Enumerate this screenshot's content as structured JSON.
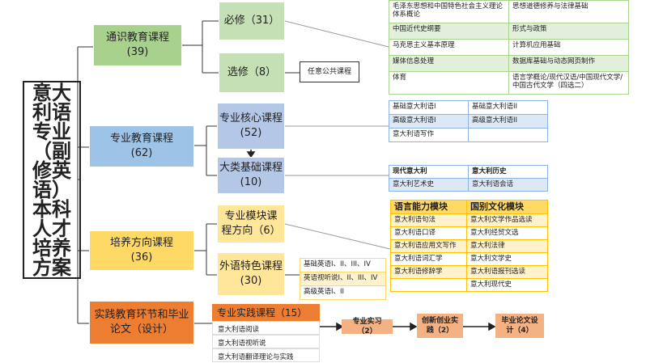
{
  "title": "意大利语专业（副修英语）本科人才培养方案",
  "level1": [
    {
      "name": "通识教育课程",
      "count": "(39)"
    },
    {
      "name": "专业教育课程",
      "count": "(62)"
    },
    {
      "name": "培养方向课程",
      "count": "(36)"
    },
    {
      "name": "实践教育环节和毕业论文（设计）"
    }
  ],
  "level2": {
    "required": "必修（31）",
    "elective": "选修（8）",
    "elective_detail": "任意公共课程",
    "core": "专业核心课程",
    "core_count": "(52)",
    "basic": "大类基础课程",
    "basic_count": "(10)",
    "module": "专业模块课程方向（6）",
    "foreign": "外语特色课程",
    "foreign_count": "(30)",
    "practice": "专业实践课程（15）"
  },
  "general_courses": [
    [
      "毛泽东思想和中国特色社会主义理论体系概论",
      "思想道德修养与法律基础"
    ],
    [
      "中国近代史纲要",
      "形式与政策"
    ],
    [
      "马克思主义基本原理",
      "计算机应用基础"
    ],
    [
      "媒体信息处理",
      "数据库基础与动态网页制作"
    ],
    [
      "体育",
      "语言学概论/现代汉语/中国现代文学/中国古代文学（四选二）"
    ]
  ],
  "core_courses": [
    [
      "基础意大利语I",
      "基础意大利语II"
    ],
    [
      "高级意大利语I",
      "高级意大利语II"
    ],
    [
      "意大利语写作",
      ""
    ]
  ],
  "basic_courses": [
    [
      "现代意大利",
      "意大利历史"
    ],
    [
      "意大利艺术史",
      "意大利语会话"
    ]
  ],
  "module_courses": {
    "headers": [
      "语言能力模块",
      "国别文化模块"
    ],
    "rows": [
      [
        "意大利语句法",
        "意大利文学作品选读"
      ],
      [
        "意大利语口译",
        "意大利经贸文选"
      ],
      [
        "意大利语应用文写作",
        "意大利法律"
      ],
      [
        "意大利语词汇学",
        "意大利文学史"
      ],
      [
        "意大利语修辞学",
        "意大利语报刊选读"
      ],
      [
        "",
        "意大利现代史"
      ]
    ]
  },
  "english_courses": [
    "基础英语I、II、III、IV",
    "英语视听说I、II、III、IV",
    "高级英语I、II"
  ],
  "practice_courses": [
    "意大利语阅读",
    "意大利语视听说",
    "意大利语翻译理论与实践"
  ],
  "practice_steps": [
    "专业实习（2）",
    "创新创业实践（2）",
    "毕业论文设计（4）"
  ]
}
